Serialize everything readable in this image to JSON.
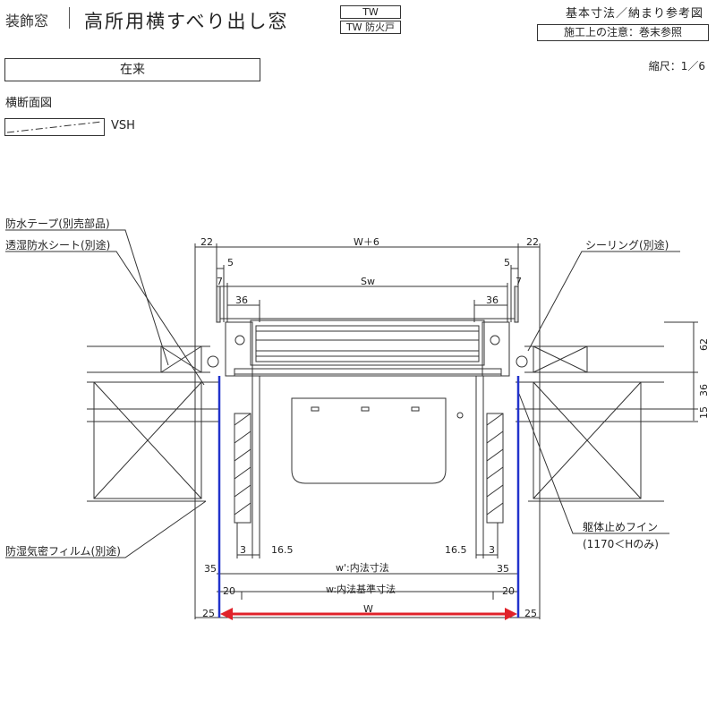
{
  "header": {
    "category": "装飾窓",
    "title": "高所用横すべり出し窓",
    "tag_tw": "TW",
    "tag_tw_fire": "TW 防火戸",
    "right_title": "基本寸法／納まり参考図",
    "note_box": "施工上の注意：巻末参照",
    "scale": "縮尺：1／6"
  },
  "section": {
    "type_label": "在来",
    "view_label": "横断面図",
    "vsh_label": "VSH"
  },
  "callouts": {
    "waterproof_tape": "防水テープ(別売部品)",
    "moisture_sheet": "透湿防水シート(別途)",
    "sealing": "シーリング(別途)",
    "film": "防湿気密フィルム(別途)",
    "fin": "躯体止めフイン",
    "fin_note": "(1170＜Hのみ)"
  },
  "dims": {
    "top_left_22": "22",
    "top_right_22": "22",
    "w_plus_6": "W＋6",
    "left_5": "5",
    "right_5": "5",
    "left_7": "7",
    "right_7": "7",
    "sw": "Sw",
    "left_36": "36",
    "right_36": "36",
    "right_62": "62",
    "right_36b": "36",
    "right_15": "15",
    "left_3": "3",
    "left_16_5": "16.5",
    "right_16_5": "16.5",
    "right_3": "3",
    "left_35": "35",
    "right_35": "35",
    "w_inner": "w':内法寸法",
    "left_20": "20",
    "right_20": "20",
    "w_inner_std": "w:内法基準寸法",
    "left_25": "25",
    "right_25": "25",
    "w": "W"
  },
  "colors": {
    "blue_line": "#2233cc",
    "red_arrow": "#e0222a"
  }
}
